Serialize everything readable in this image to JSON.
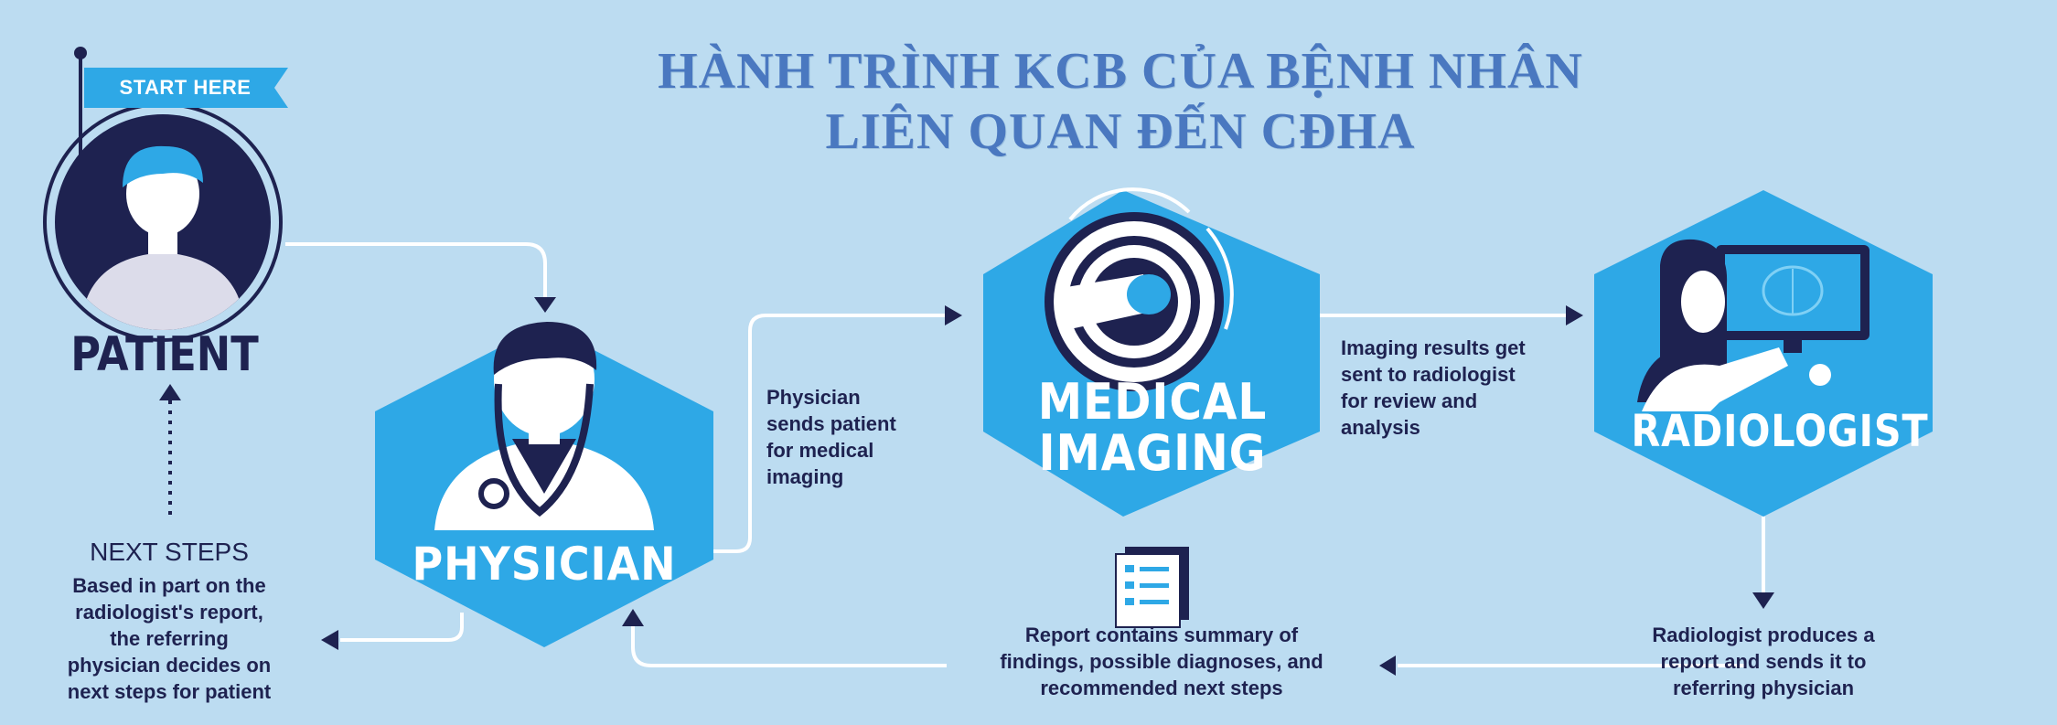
{
  "title": {
    "line1": "HÀNH TRÌNH KCB CỦA BỆNH NHÂN",
    "line2": "LIÊN QUAN ĐẾN CĐHA"
  },
  "start_flag": {
    "label": "START HERE"
  },
  "nodes": {
    "patient": {
      "label": "PATIENT",
      "icon": "patient-avatar-icon"
    },
    "physician": {
      "label": "PHYSICIAN",
      "icon": "physician-stethoscope-icon"
    },
    "medical_imaging": {
      "line1": "MEDICAL",
      "line2": "IMAGING",
      "icon": "scanner-icon"
    },
    "radiologist": {
      "label": "RADIOLOGIST",
      "icon": "radiologist-monitor-icon"
    }
  },
  "steps": {
    "physician_sends": [
      "Physician",
      "sends patient",
      "for medical",
      "imaging"
    ],
    "imaging_results": [
      "Imaging results get",
      "sent to radiologist",
      "for review and",
      "analysis"
    ],
    "radiologist_produces": [
      "Radiologist produces a",
      "report and sends it to",
      "referring physician"
    ],
    "report_contains": [
      "Report contains summary of",
      "findings, possible diagnoses, and",
      "recommended next steps"
    ],
    "next_steps_title": "NEXT STEPS",
    "next_steps": [
      "Based in part on the",
      "radiologist's report,",
      "the referring",
      "physician decides on",
      "next steps for patient"
    ]
  },
  "colors": {
    "background": "#bcdcf1",
    "hexagon": "#2ea8e6",
    "dark_navy": "#1e2250",
    "title_blue": "#4a78c0",
    "arrow_white": "#ffffff"
  }
}
